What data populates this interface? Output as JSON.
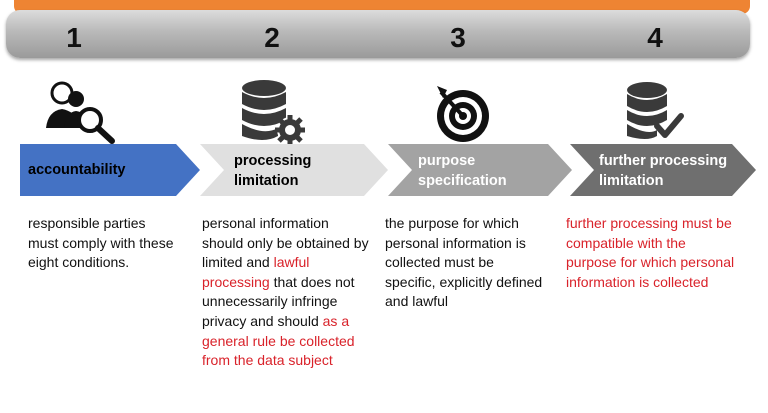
{
  "steps": [
    {
      "number": "1",
      "label": "accountability",
      "label_lines": [
        "accountability"
      ],
      "color": "#4472c4",
      "text_color": "#000000",
      "icon": "user-search-icon",
      "description": [
        {
          "text": "responsible parties must comply with these eight conditions.",
          "highlight": false
        }
      ]
    },
    {
      "number": "2",
      "label": "processing limitation",
      "label_lines": [
        "processing",
        "limitation"
      ],
      "color": "#e0e0e0",
      "text_color": "#000000",
      "icon": "database-gear-icon",
      "description": [
        {
          "text": "personal information should only be obtained by limited and ",
          "highlight": false
        },
        {
          "text": "lawful processing",
          "highlight": true
        },
        {
          "text": " that does not unnecessarily infringe privacy  and should ",
          "highlight": false
        },
        {
          "text": "as a general rule be collected from the data subject",
          "highlight": true
        }
      ]
    },
    {
      "number": "3",
      "label": "purpose specification",
      "label_lines": [
        "purpose",
        "specification"
      ],
      "color": "#a3a3a3",
      "text_color": "#ffffff",
      "icon": "target-icon",
      "description": [
        {
          "text": "the purpose for which personal information is collected must be specific, explicitly defined and lawful",
          "highlight": false
        }
      ]
    },
    {
      "number": "4",
      "label": "further processing limitation",
      "label_lines": [
        "further processing",
        "limitation"
      ],
      "color": "#6f6f6f",
      "text_color": "#ffffff",
      "icon": "database-check-icon",
      "description": [
        {
          "text": "further processing must be compatible with the purpose for which personal information is collected",
          "highlight": true
        }
      ]
    }
  ],
  "colors": {
    "accent_orange": "#ee8433",
    "highlight_red": "#d9222a",
    "bar_gray": "#b9b9b9"
  }
}
